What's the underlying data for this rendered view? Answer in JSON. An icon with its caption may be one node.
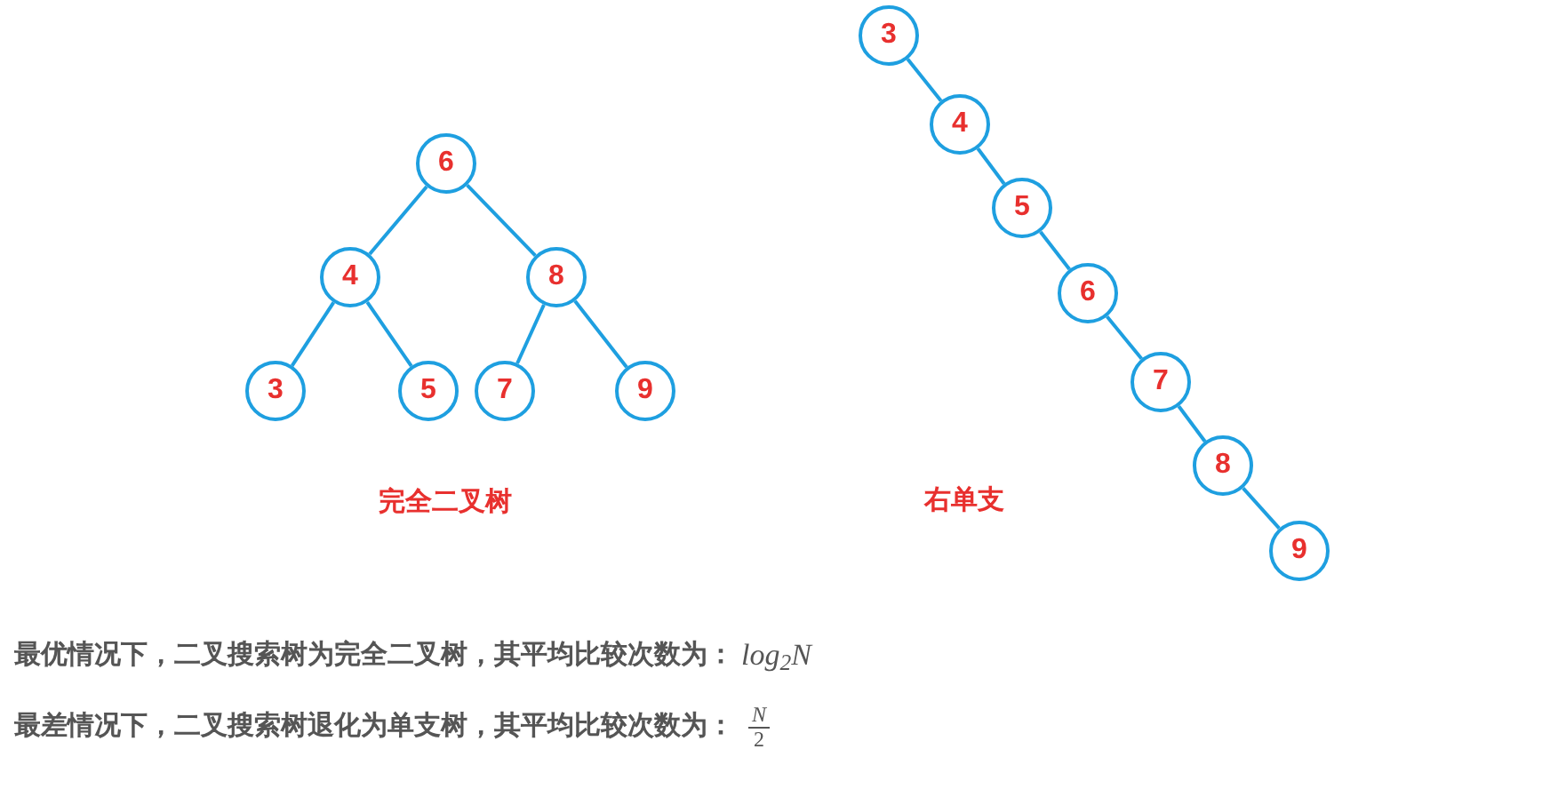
{
  "diagram": {
    "nodes": [
      {
        "text": [
          "6"
        ]
      },
      {
        "text": [
          "4"
        ]
      },
      {
        "text": [
          "8"
        ]
      },
      {
        "text": [
          "3"
        ]
      },
      {
        "text": [
          "5"
        ]
      },
      {
        "text": [
          "7"
        ]
      },
      {
        "text": [
          "9"
        ]
      },
      {
        "text": [
          "3"
        ]
      },
      {
        "text": [
          "4"
        ]
      },
      {
        "text": [
          "5"
        ]
      },
      {
        "text": [
          "6"
        ]
      },
      {
        "text": [
          "7"
        ]
      },
      {
        "text": [
          "8"
        ]
      },
      {
        "text": [
          "9"
        ]
      }
    ],
    "edges": [
      {
        "from": 0,
        "to": 1,
        "arrow": "none"
      },
      {
        "from": 0,
        "to": 2,
        "arrow": "none"
      },
      {
        "from": 1,
        "to": 3,
        "arrow": "none"
      },
      {
        "from": 1,
        "to": 4,
        "arrow": "none"
      },
      {
        "from": 2,
        "to": 5,
        "arrow": "none"
      },
      {
        "from": 2,
        "to": 6,
        "arrow": "none"
      },
      {
        "from": 7,
        "to": 8,
        "arrow": "none"
      },
      {
        "from": 8,
        "to": 9,
        "arrow": "none"
      },
      {
        "from": 9,
        "to": 10,
        "arrow": "none"
      },
      {
        "from": 10,
        "to": 11,
        "arrow": "none"
      },
      {
        "from": 11,
        "to": 12,
        "arrow": "none"
      },
      {
        "from": 12,
        "to": 13,
        "arrow": "none"
      }
    ],
    "labels": [
      "完全二叉树",
      "右单支",
      "最优情况下，二叉搜索树为完全二叉树，其平均比较次数为：",
      "log$_{2}$N",
      "最差情况下，二叉搜索树退化为单支树，其平均比较次数为：",
      "N",
      "2"
    ]
  }
}
